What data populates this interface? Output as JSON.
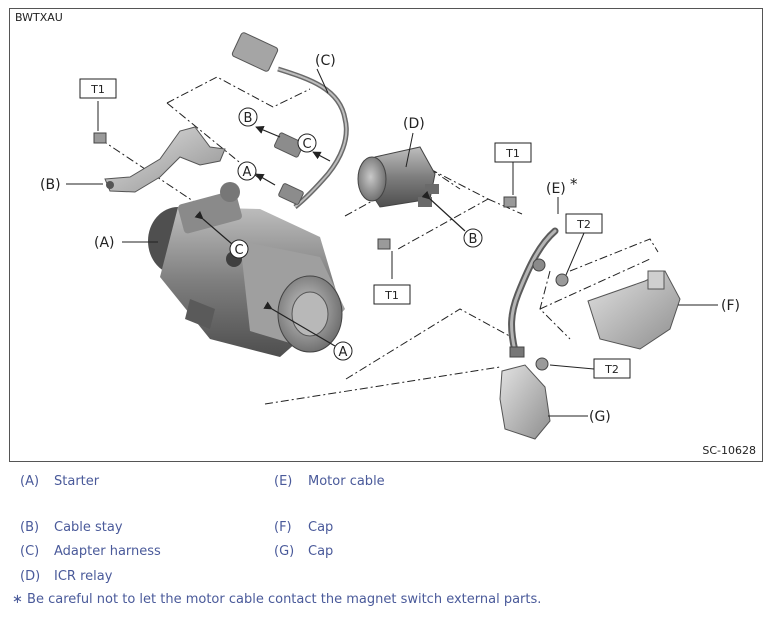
{
  "figure": {
    "code": "BWTXAU",
    "number": "SC-10628",
    "callouts": {
      "A": "(A)",
      "B": "(B)",
      "C": "(C)",
      "D": "(D)",
      "E": "(E)",
      "E_star": "*",
      "F": "(F)",
      "G": "(G)"
    },
    "torque_tags": {
      "T1": "T1",
      "T2": "T2"
    },
    "connection_marks": {
      "A": "A",
      "B": "B",
      "C": "C"
    }
  },
  "legend": {
    "items": [
      {
        "key": "(A)",
        "label": "Starter"
      },
      {
        "key": "(B)",
        "label": "Cable stay"
      },
      {
        "key": "(C)",
        "label": "Adapter harness"
      },
      {
        "key": "(D)",
        "label": "ICR relay"
      },
      {
        "key": "(E)",
        "label": "Motor cable"
      },
      {
        "key": "(F)",
        "label": "Cap"
      },
      {
        "key": "(G)",
        "label": "Cap"
      }
    ],
    "note": "∗ Be careful not to let the motor cable contact the magnet switch external parts."
  },
  "colors": {
    "text": "#222222",
    "legend_text": "#4a5a9a",
    "part_dark": "#5e5e5e",
    "part_mid": "#9a9a9a",
    "part_light": "#cfcfcf"
  }
}
